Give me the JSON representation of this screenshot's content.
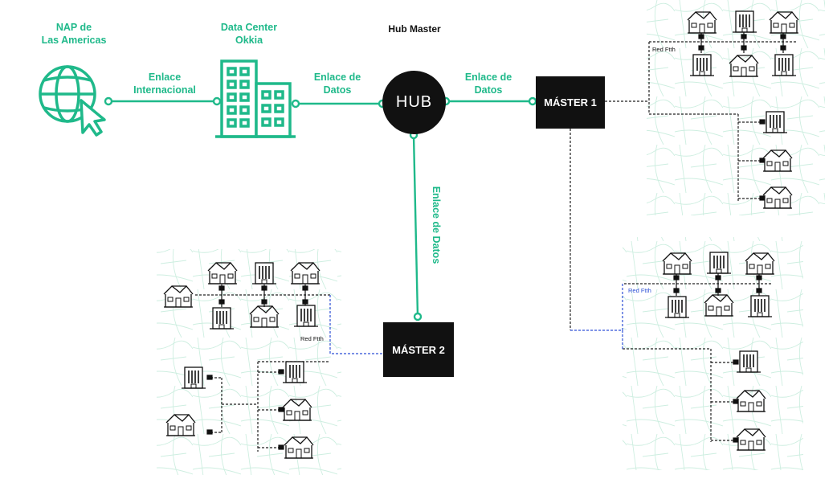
{
  "labels": {
    "nap": "NAP de\nLas Americas",
    "datacenter": "Data Center\nOkkia",
    "hub_master": "Hub Master",
    "enlace_internacional": "Enlace\nInternacional",
    "enlace_datos_1": "Enlace de\nDatos",
    "enlace_datos_2": "Enlace de\nDatos",
    "enlace_datos_vertical": "Enlace de Datos",
    "red_ftth_1": "Red Ftth",
    "red_ftth_2": "Red Ftth",
    "red_ftth_3": "Red Ftth"
  },
  "nodes": {
    "hub": "HUB",
    "master1": "MÁSTER 1",
    "master2": "MÁSTER 2"
  },
  "colors": {
    "accent": "#1fb98a",
    "node": "#111111",
    "blue_link": "#2d4fd6",
    "map": "#d8f0e6"
  },
  "icons": [
    "globe-cursor-icon",
    "buildings-icon",
    "house-icon",
    "apartment-icon"
  ]
}
